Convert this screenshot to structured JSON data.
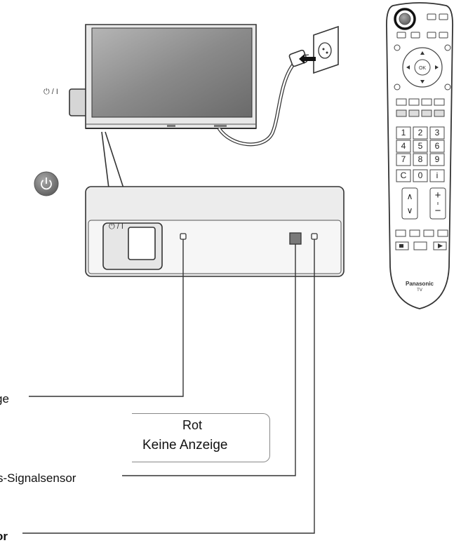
{
  "labels": {
    "power_key": "⏻ / I",
    "panel_power_key": "⏻ / I",
    "power_indicator": "ge",
    "remote_sensor": "s-Signalsensor",
    "light_sensor": "or"
  },
  "indicator_states": {
    "red": "Rot",
    "none": "Keine Anzeige"
  },
  "remote": {
    "brand": "Panasonic",
    "model": "TV",
    "number_keys": [
      "1",
      "2",
      "3",
      "4",
      "5",
      "6",
      "7",
      "8",
      "9",
      "C",
      "0",
      "i"
    ],
    "volume_plus": "+",
    "volume_minus": "−",
    "channel_up": "∧",
    "channel_down": "∨"
  }
}
